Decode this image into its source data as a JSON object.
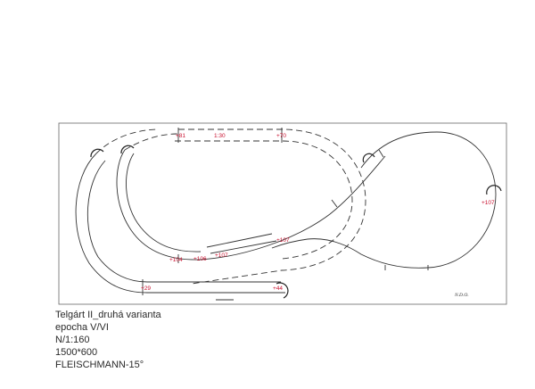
{
  "caption": {
    "title": "Telgárt II_druhá varianta",
    "epoch": "epocha V/VI",
    "scale": "N/1:160",
    "size": "1500*600",
    "track_system": "FLEISCHMANN-15°"
  },
  "elevation_labels": {
    "l81": "+81",
    "l130": "1:30",
    "l70": "+70",
    "l107_right": "+107",
    "l104": "+104",
    "l106": "+106",
    "l107_mid": "+107",
    "l107_center": "+107",
    "l29": "+29",
    "l44": "+44"
  },
  "signature": "N.D.O.",
  "colors": {
    "track": "#333333",
    "label": "#c8102e",
    "board": "#555555"
  }
}
